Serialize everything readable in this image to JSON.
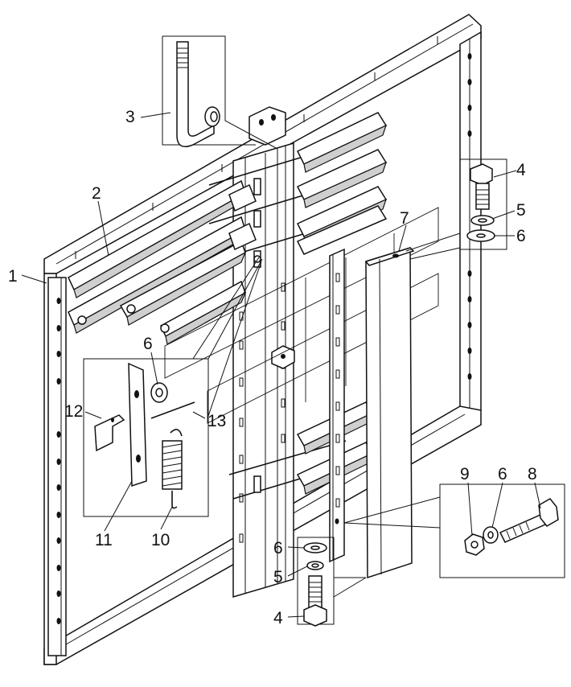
{
  "diagram": {
    "callouts": {
      "c1": "1",
      "c2": "2",
      "c3": "3",
      "c4a": "4",
      "c5a": "5",
      "c6a": "6",
      "c7": "7",
      "c6b": "6",
      "c12": "12",
      "c13": "13",
      "c11": "11",
      "c10": "10",
      "c9": "9",
      "c6c": "6",
      "c8": "8",
      "c6d": "6",
      "c5b": "5",
      "c4b": "4"
    }
  }
}
